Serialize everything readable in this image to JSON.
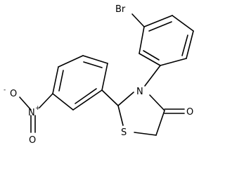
{
  "structure": {
    "atoms": {
      "br": "Br",
      "n_ring": "N",
      "s_ring": "S",
      "o_carbonyl": "O",
      "n_nitro": "N",
      "o_nitro_top": "O",
      "o_nitro_bottom": "O",
      "nitro_plus": "+",
      "nitro_minus": "-"
    }
  }
}
